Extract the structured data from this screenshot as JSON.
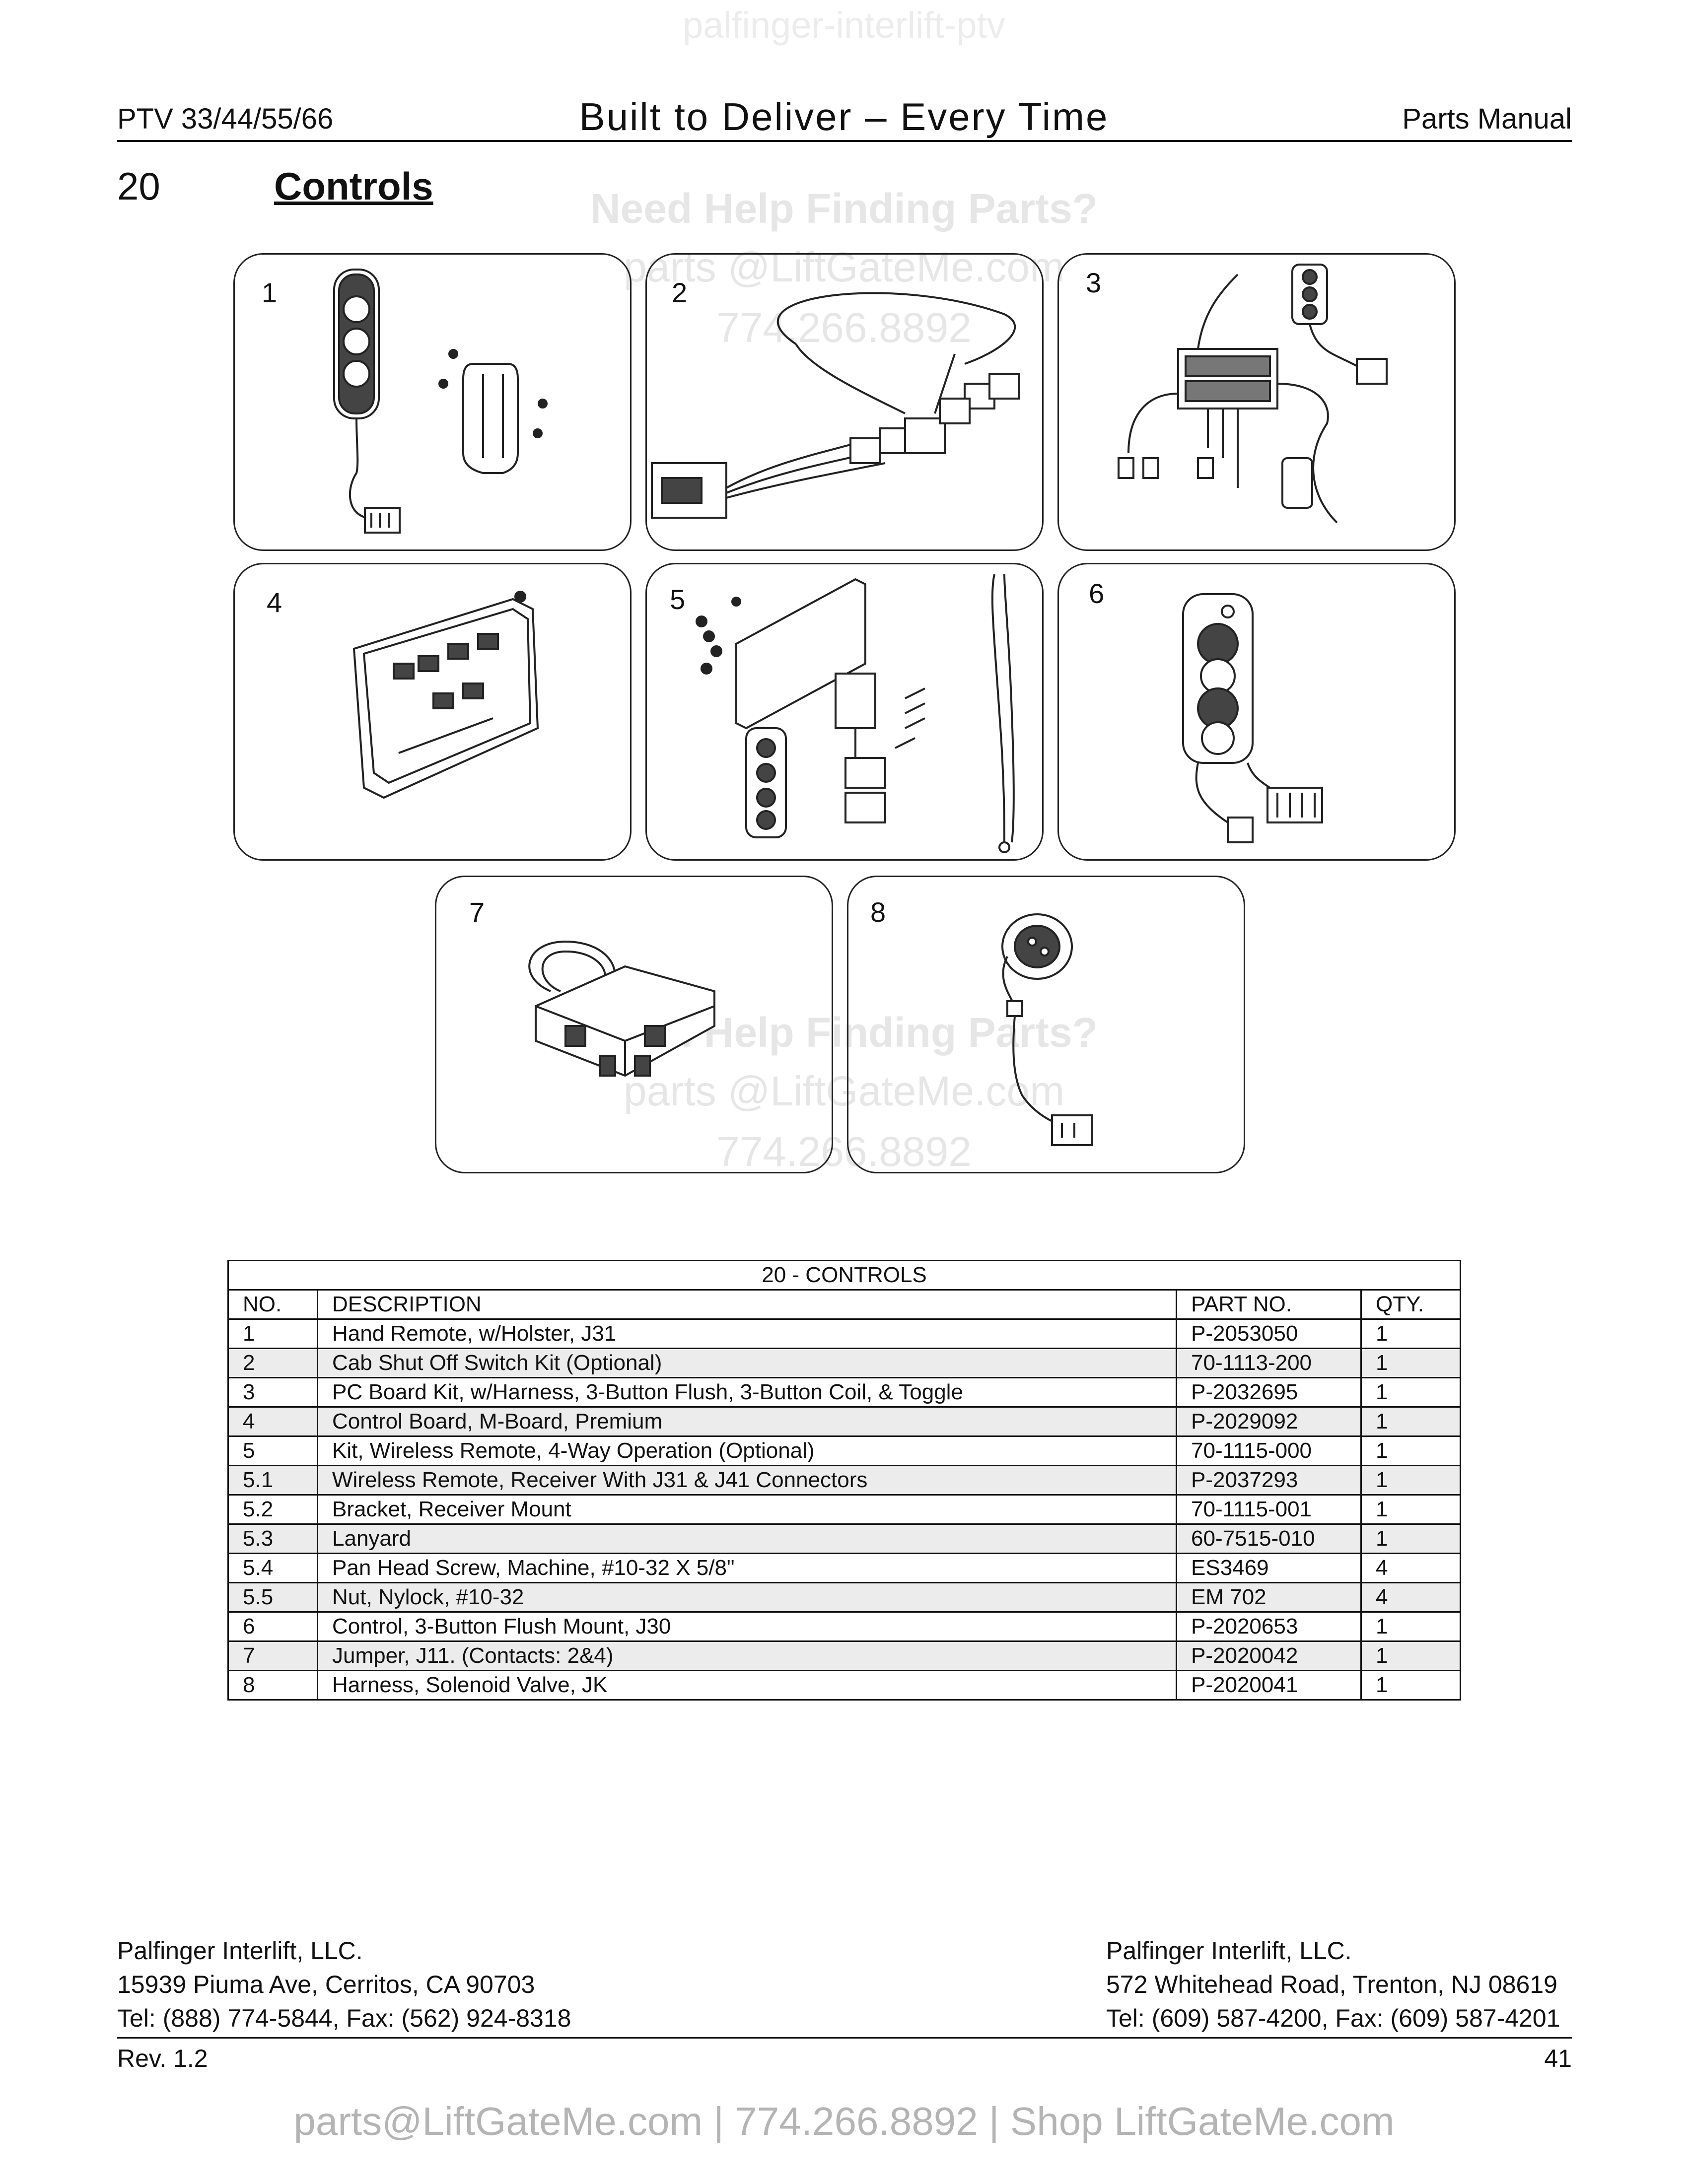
{
  "watermark_top": "palfinger-interlift-ptv",
  "header": {
    "left": "PTV 33/44/55/66",
    "center": "Built to Deliver – Every Time",
    "right": "Parts Manual"
  },
  "section": {
    "number": "20",
    "title": "Controls"
  },
  "watermark": {
    "headline": "Need Help Finding Parts?",
    "email": "parts @LiftGateMe.com",
    "phone": "774.266.8892"
  },
  "panels": [
    "1",
    "2",
    "3",
    "4",
    "5",
    "6",
    "7",
    "8"
  ],
  "table": {
    "caption": "20 - CONTROLS",
    "headers": [
      "NO.",
      "DESCRIPTION",
      "PART NO.",
      "QTY."
    ],
    "rows": [
      [
        "1",
        "Hand Remote, w/Holster, J31",
        "P-2053050",
        "1"
      ],
      [
        "2",
        "Cab Shut Off Switch Kit (Optional)",
        "70-1113-200",
        "1"
      ],
      [
        "3",
        "PC Board Kit, w/Harness, 3-Button Flush, 3-Button Coil, & Toggle",
        "P-2032695",
        "1"
      ],
      [
        "4",
        "Control Board, M-Board, Premium",
        "P-2029092",
        "1"
      ],
      [
        "5",
        "Kit, Wireless Remote, 4-Way Operation (Optional)",
        "70-1115-000",
        "1"
      ],
      [
        "5.1",
        "Wireless Remote, Receiver With J31 & J41 Connectors",
        "P-2037293",
        "1"
      ],
      [
        "5.2",
        "Bracket, Receiver Mount",
        "70-1115-001",
        "1"
      ],
      [
        "5.3",
        "Lanyard",
        "60-7515-010",
        "1"
      ],
      [
        "5.4",
        "Pan Head Screw, Machine, #10-32 X 5/8\"",
        "ES3469",
        "4"
      ],
      [
        "5.5",
        "Nut, Nylock, #10-32",
        "EM 702",
        "4"
      ],
      [
        "6",
        "Control, 3-Button Flush Mount, J30",
        "P-2020653",
        "1"
      ],
      [
        "7",
        "Jumper, J11. (Contacts: 2&4)",
        "P-2020042",
        "1"
      ],
      [
        "8",
        "Harness, Solenoid Valve, JK",
        "P-2020041",
        "1"
      ]
    ]
  },
  "footer": {
    "left": [
      "Palfinger Interlift, LLC.",
      "15939 Piuma Ave, Cerritos, CA 90703",
      "Tel: (888) 774-5844, Fax: (562) 924-8318"
    ],
    "right": [
      "Palfinger Interlift, LLC.",
      "572 Whitehead Road, Trenton, NJ 08619",
      "Tel: (609) 587-4200, Fax: (609) 587-4201"
    ],
    "revision": "Rev. 1.2",
    "page": "41"
  },
  "contact_bar": "parts@LiftGateMe.com | 774.266.8892 | Shop LiftGateMe.com"
}
